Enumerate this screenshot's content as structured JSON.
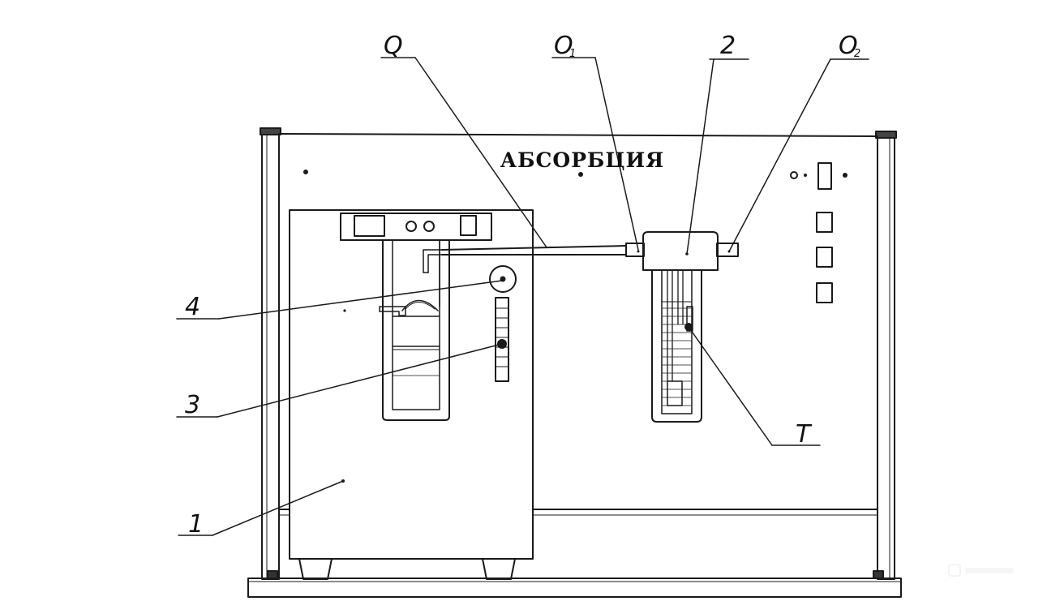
{
  "title": "АБСОРБЦИЯ",
  "callouts": {
    "q": "Q",
    "o1_main": "O",
    "o1_sub": "1",
    "label_2": "2",
    "o2_main": "O",
    "o2_sub": "2",
    "label_4": "4",
    "label_3": "3",
    "label_t": "T",
    "label_1": "1"
  },
  "colors": {
    "stroke": "#1a1a1a",
    "background": "#ffffff"
  }
}
